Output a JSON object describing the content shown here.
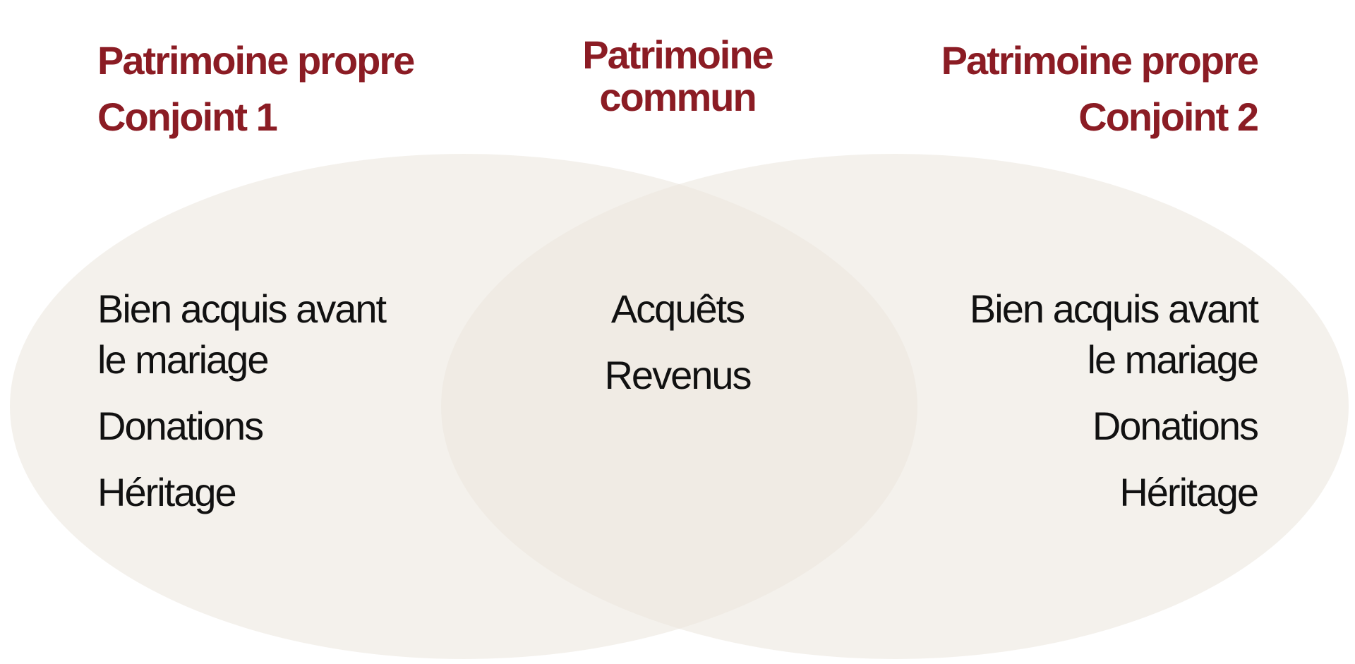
{
  "colors": {
    "heading": "#8b1c24",
    "text": "#111111",
    "ellipse_fill": "#ede8df"
  },
  "left": {
    "title": [
      "Patrimoine propre",
      "Conjoint 1"
    ],
    "items": [
      [
        "Bien acquis avant",
        "le mariage"
      ],
      [
        "Donations"
      ],
      [
        "Héritage"
      ]
    ]
  },
  "center": {
    "title": [
      "Patrimoine",
      "commun"
    ],
    "items": [
      [
        "Acquêts"
      ],
      [
        "Revenus"
      ]
    ]
  },
  "right": {
    "title": [
      "Patrimoine propre",
      "Conjoint 2"
    ],
    "items": [
      [
        "Bien acquis avant",
        "le mariage"
      ],
      [
        "Donations"
      ],
      [
        "Héritage"
      ]
    ]
  }
}
